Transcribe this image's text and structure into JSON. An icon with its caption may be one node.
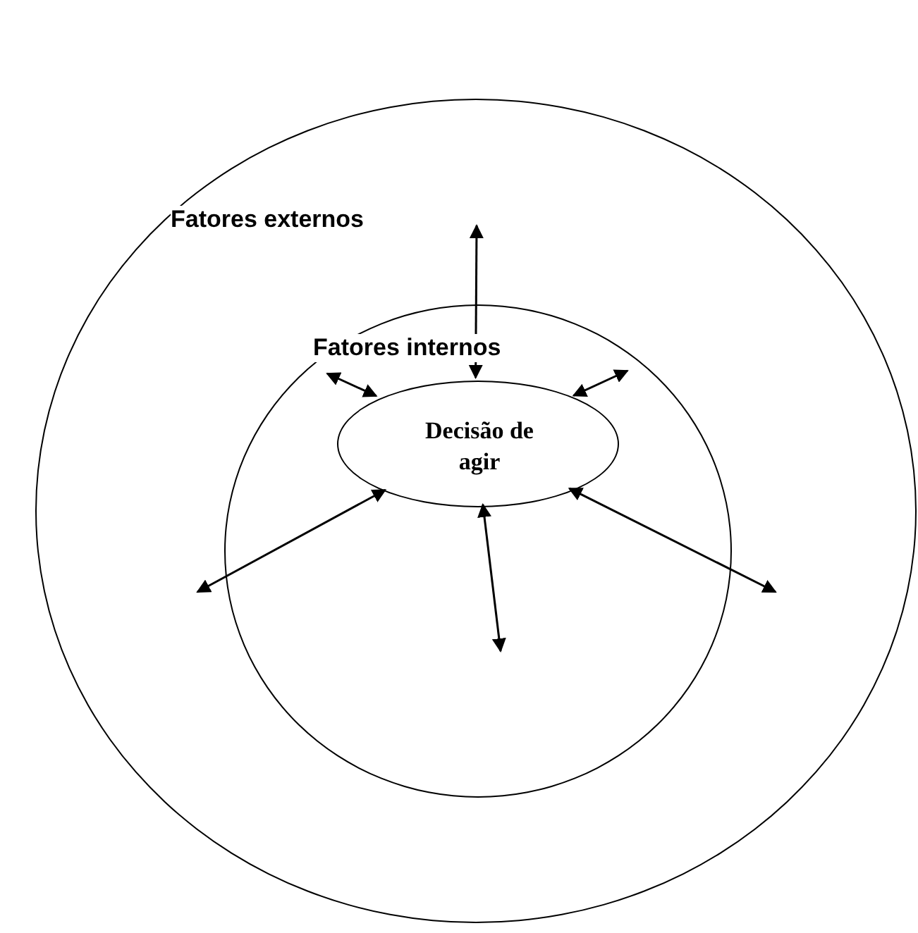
{
  "diagram": {
    "nodes": [
      {
        "text": [
          "Fatores externos"
        ]
      },
      {
        "text": [
          "Fatores internos"
        ],
        "in": 0
      },
      {
        "text": [
          "Decisão de agir"
        ],
        "in": 1
      }
    ],
    "edges": [
      {
        "from": 2,
        "to": null,
        "arrow": "both"
      },
      {
        "from": 2,
        "to": null,
        "arrow": "both"
      },
      {
        "from": 2,
        "to": null,
        "arrow": "both"
      },
      {
        "from": 2,
        "to": null,
        "arrow": "both"
      },
      {
        "from": 2,
        "to": null,
        "arrow": "both"
      },
      {
        "from": 2,
        "to": null,
        "arrow": "both"
      }
    ]
  }
}
